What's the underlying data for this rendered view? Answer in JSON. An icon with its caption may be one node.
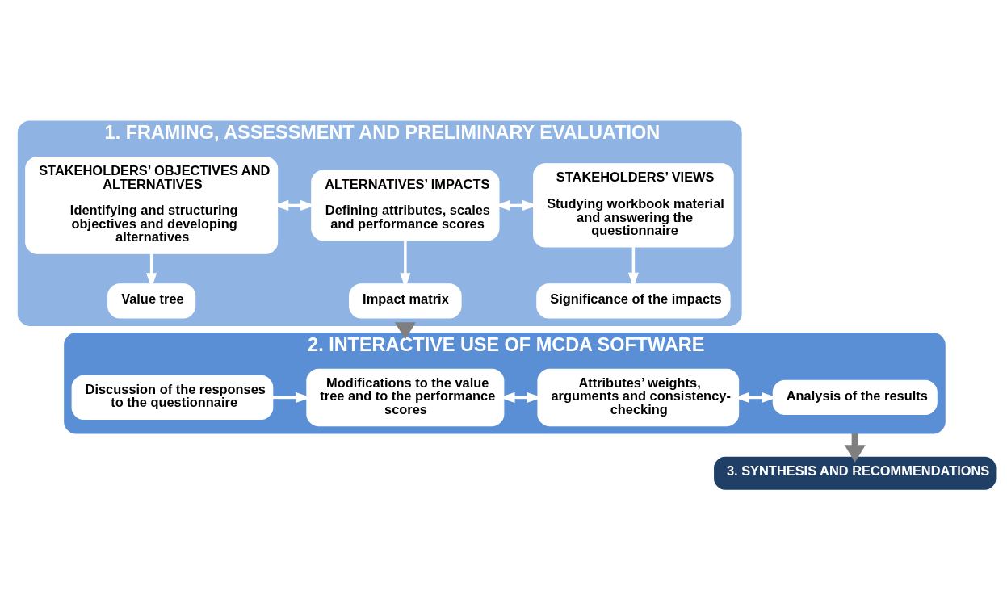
{
  "diagram": {
    "nodes": [
      {
        "text": [
          "1. FRAMING, ASSESSMENT AND PRELIMINARY EVALUATION"
        ]
      },
      {
        "text": [
          "STAKEHOLDERS’ OBJECTIVES AND ALTERNATIVES",
          "Identifying and structuring objectives and developing alternatives"
        ],
        "in": 0
      },
      {
        "text": [
          "ALTERNATIVES’ IMPACTS",
          "Defining attributes, scales and performance scores"
        ],
        "in": 0
      },
      {
        "text": [
          "STAKEHOLDERS’ VIEWS",
          "Studying workbook material and answering the questionnaire"
        ],
        "in": 0
      },
      {
        "text": [
          "Value tree"
        ],
        "in": 0
      },
      {
        "text": [
          "Impact matrix"
        ],
        "in": 0
      },
      {
        "text": [
          "Significance of the impacts"
        ],
        "in": 0
      },
      {
        "text": [
          "2. INTERACTIVE USE OF MCDA SOFTWARE"
        ]
      },
      {
        "text": [
          "Discussion of the responses to the questionnaire"
        ],
        "in": 7
      },
      {
        "text": [
          "Modifications to the value tree and to the performance scores"
        ],
        "in": 7
      },
      {
        "text": [
          "Attributes’ weights, arguments and consistency-checking"
        ],
        "in": 7
      },
      {
        "text": [
          "Analysis of the results"
        ],
        "in": 7
      },
      {
        "text": [
          "3. SYNTHESIS AND RECOMMENDATIONS"
        ]
      }
    ],
    "edges": [
      {
        "from": 1,
        "to": 2,
        "arrow": "both"
      },
      {
        "from": 2,
        "to": 3,
        "arrow": "both"
      },
      {
        "from": 1,
        "to": 4,
        "arrow": "to"
      },
      {
        "from": 2,
        "to": 5,
        "arrow": "to"
      },
      {
        "from": 3,
        "to": 6,
        "arrow": "to"
      },
      {
        "from": 0,
        "to": 7,
        "arrow": "to",
        "style": "thick",
        "color": "#7f7f7f"
      },
      {
        "from": 8,
        "to": 9,
        "arrow": "to"
      },
      {
        "from": 9,
        "to": 10,
        "arrow": "both"
      },
      {
        "from": 10,
        "to": 11,
        "arrow": "both"
      },
      {
        "from": 7,
        "to": 12,
        "arrow": "to",
        "style": "thick",
        "color": "#7f7f7f"
      }
    ]
  }
}
